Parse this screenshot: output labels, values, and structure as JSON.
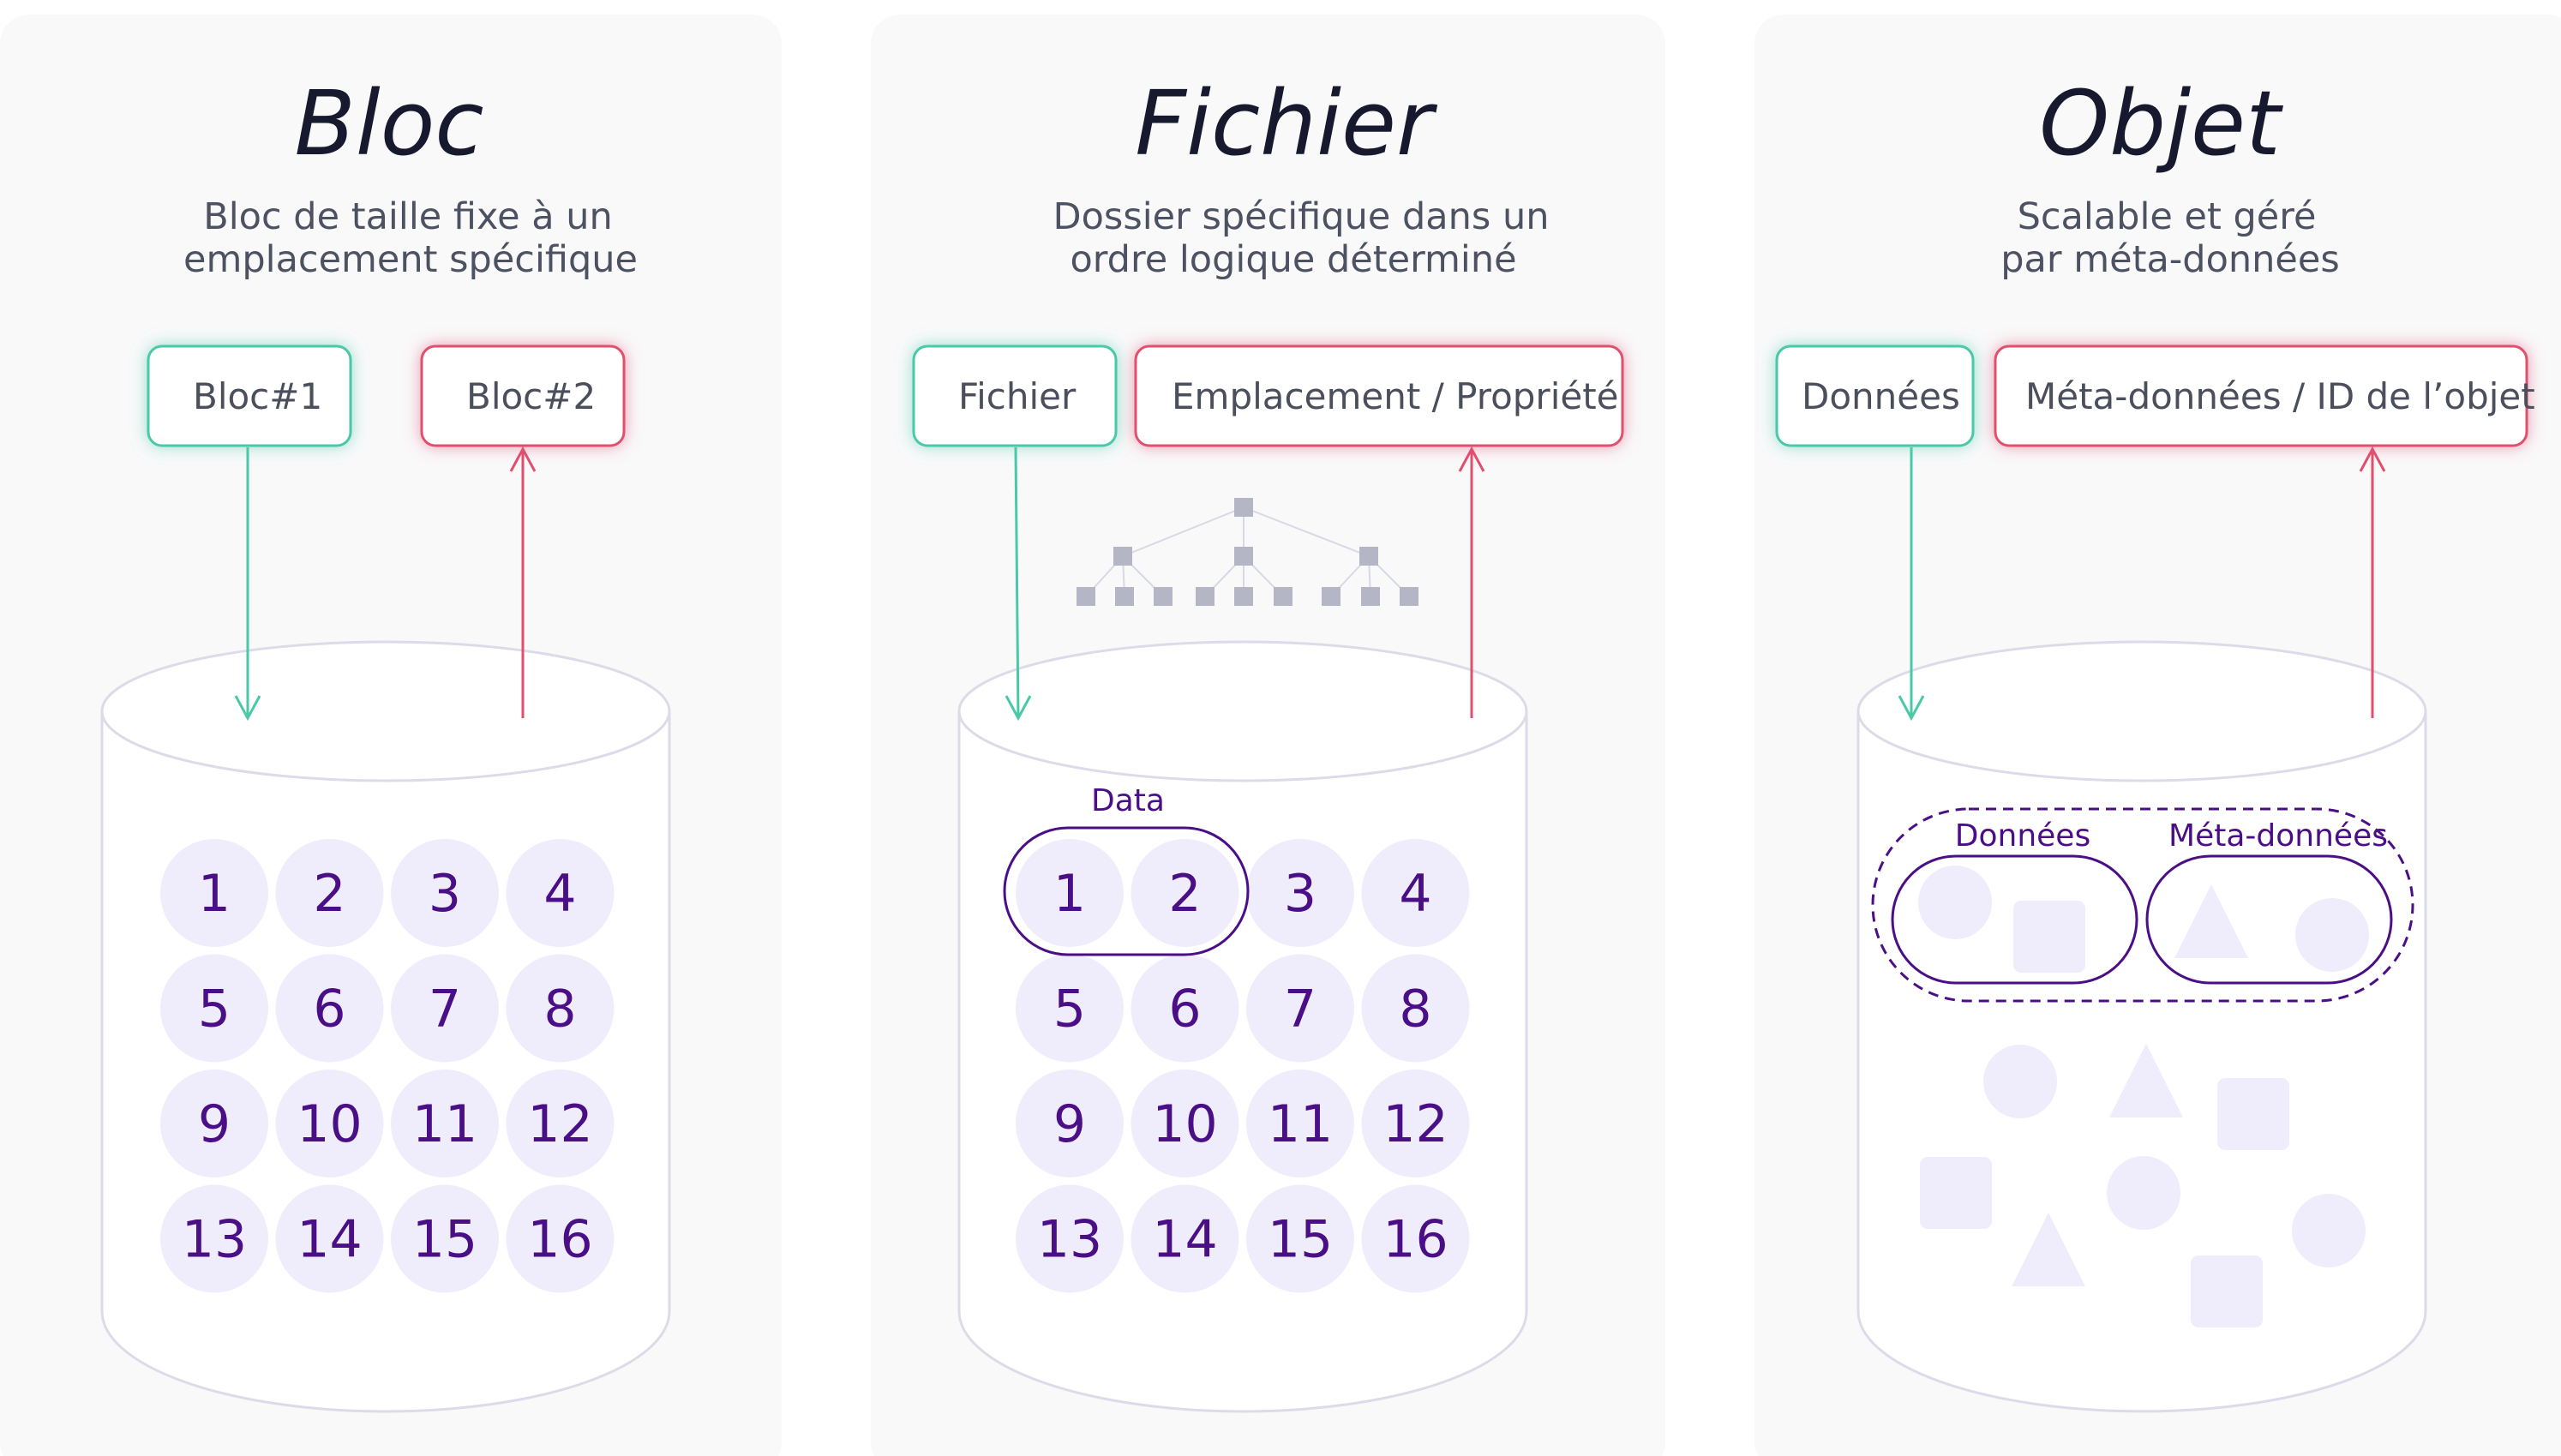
{
  "colors": {
    "panel_bg": "#f9f9fa",
    "title": "#171a2e",
    "subtitle": "#4d5262",
    "teal": "#49c9a7",
    "red": "#e0506e",
    "purple": "#4a0f86",
    "lavender": "#efedfb",
    "cylinder_stroke": "#dcdbe8",
    "tree_gray": "#b4b6c6"
  },
  "panels": [
    {
      "title": "Bloc",
      "subtitle_line1": "Bloc de taille fixe à un",
      "subtitle_line2": "emplacement spécifique",
      "box_left": "Bloc#1",
      "box_right": "Bloc#2",
      "cells": [
        "1",
        "2",
        "3",
        "4",
        "5",
        "6",
        "7",
        "8",
        "9",
        "10",
        "11",
        "12",
        "13",
        "14",
        "15",
        "16"
      ]
    },
    {
      "title": "Fichier",
      "subtitle_line1": "Dossier spécifique dans un",
      "subtitle_line2": "ordre logique déterminé",
      "box_left": "Fichier",
      "box_right": "Emplacement / Propriété",
      "group_label": "Data",
      "cells": [
        "1",
        "2",
        "3",
        "4",
        "5",
        "6",
        "7",
        "8",
        "9",
        "10",
        "11",
        "12",
        "13",
        "14",
        "15",
        "16"
      ]
    },
    {
      "title": "Objet",
      "subtitle_line1": "Scalable et géré",
      "subtitle_line2": "par méta-données",
      "box_left": "Données",
      "box_right": "Méta-données / ID de l’objet",
      "group_left_label": "Données",
      "group_right_label": "Méta-données"
    }
  ]
}
